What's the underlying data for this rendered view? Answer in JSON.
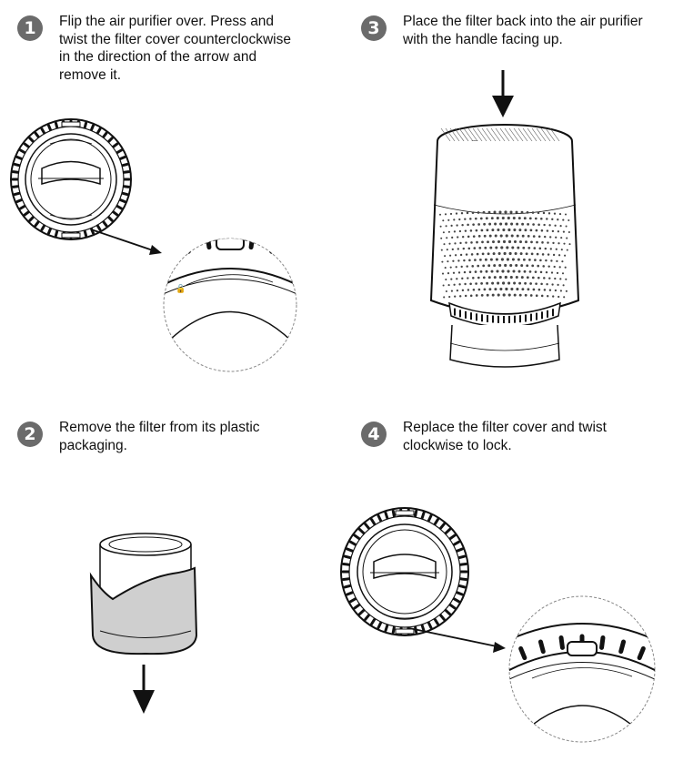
{
  "steps": [
    {
      "number": "1",
      "text": "Flip the air purifier over. Press and\ntwist the filter cover counterclockwise\nin the direction of the arrow and\nremove it."
    },
    {
      "number": "2",
      "text": "Remove the filter from its plastic\npackaging."
    },
    {
      "number": "3",
      "text": "Place the filter back into the air purifier\nwith the handle facing up."
    },
    {
      "number": "4",
      "text": "Replace the filter cover and twist\nclockwise to lock."
    }
  ],
  "colors": {
    "badge": "#6b6b6b",
    "line": "#111111",
    "bag": "#cfcfcf"
  }
}
